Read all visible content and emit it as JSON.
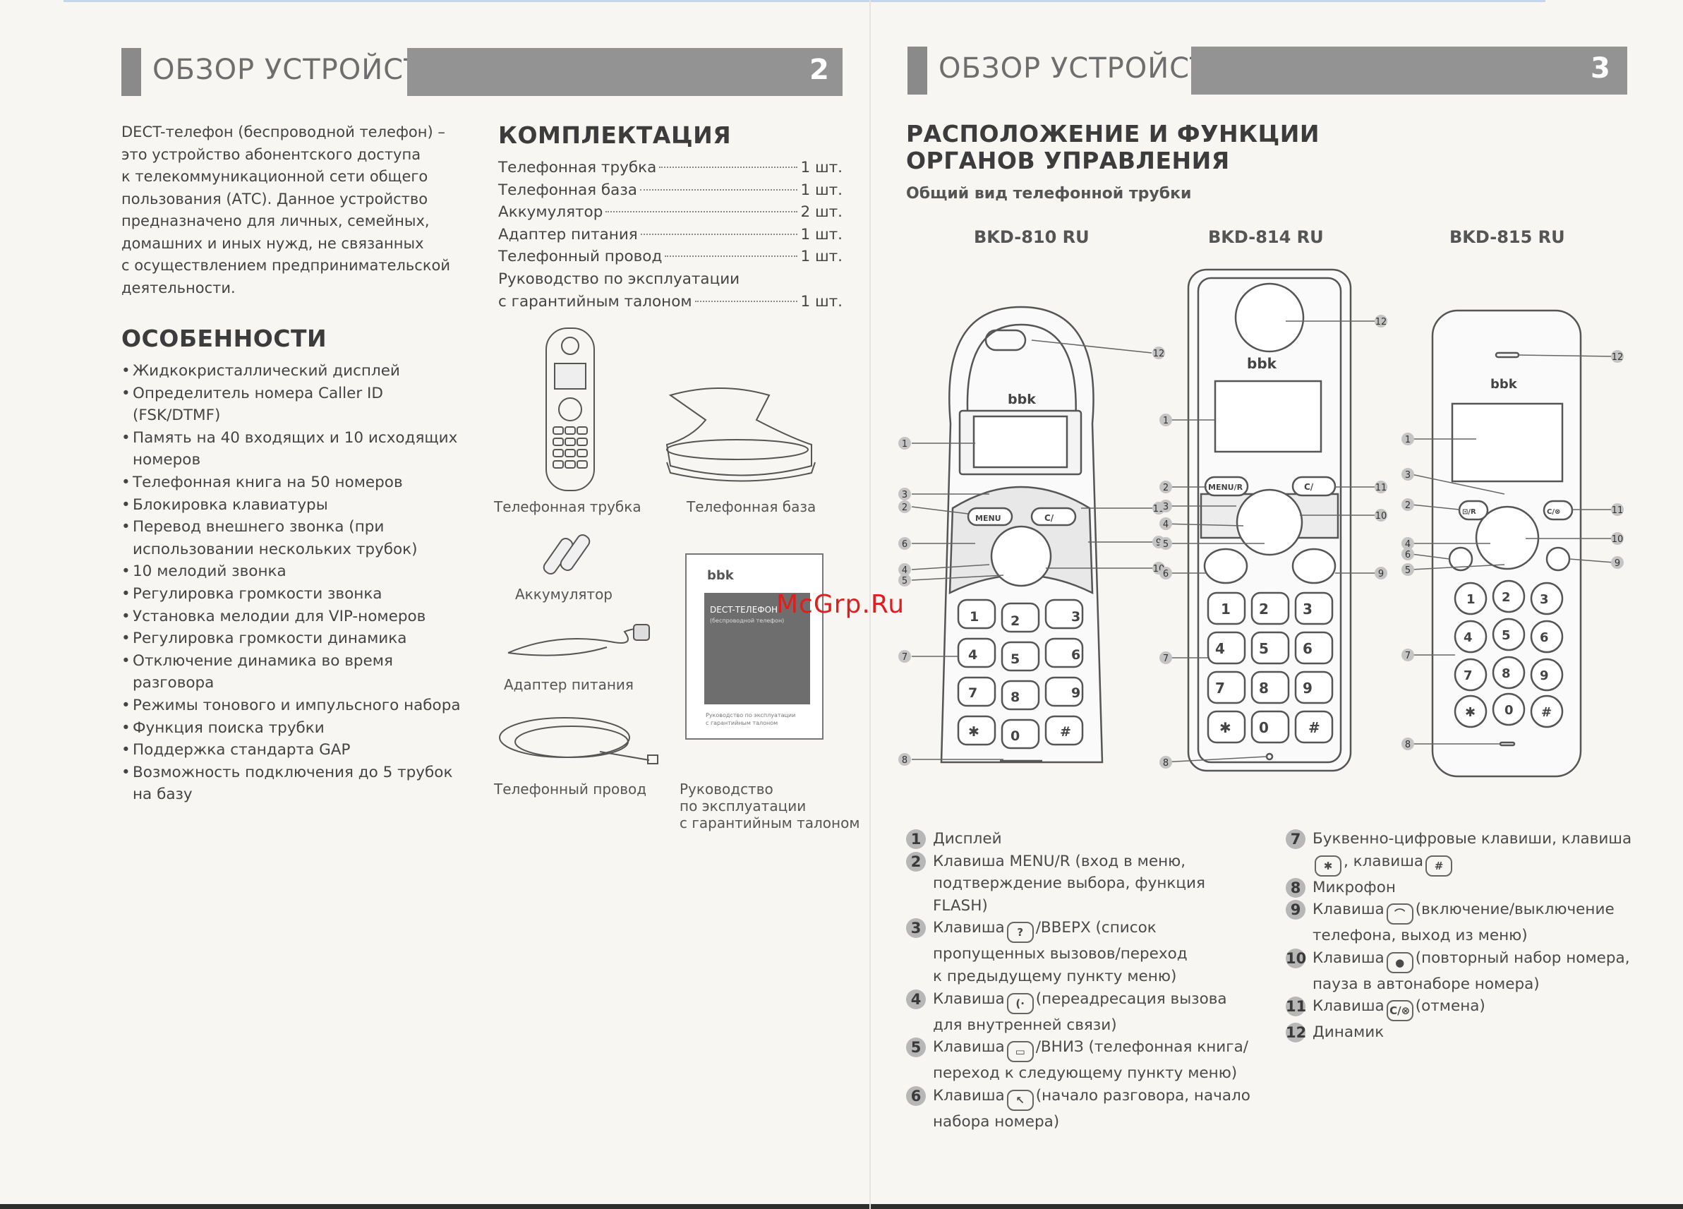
{
  "left_page": {
    "header_title": "ОБЗОР УСТРОЙСТВА",
    "page_number": "2",
    "intro": [
      "DECT-телефон (беспроводной телефон) –",
      "это устройство абонентского доступа",
      "к телекоммуникационной сети общего",
      "пользования (АТС). Данное устройство",
      "предназначено для личных, семейных,",
      "домашних и иных нужд, не связанных",
      "с осуществлением предпринимательской",
      "деятельности."
    ],
    "features_title": "ОСОБЕННОСТИ",
    "features": [
      "Жидкокристаллический дисплей",
      "Определитель номера Caller ID (FSK/DTMF)",
      "Память на 40 входящих и 10 исходящих номеров",
      "Телефонная книга на 50 номеров",
      "Блокировка клавиатуры",
      "Перевод внешнего звонка (при использовании нескольких трубок)",
      "10 мелодий звонка",
      "Регулировка громкости звонка",
      "Установка мелодии для VIP-номеров",
      "Регулировка громкости динамика",
      "Отключение динамика во время разговора",
      "Режимы тонового и импульсного набора",
      "Функция поиска трубки",
      "Поддержка стандарта GAP",
      "Возможность подключения до 5 трубок на базу"
    ],
    "kit_title": "КОМПЛЕКТАЦИЯ",
    "kit": [
      {
        "name": "Телефонная трубка",
        "qty": "1 шт."
      },
      {
        "name": "Телефонная база",
        "qty": "1 шт."
      },
      {
        "name": "Аккумулятор",
        "qty": "2 шт."
      },
      {
        "name": "Адаптер питания",
        "qty": "1 шт."
      },
      {
        "name": "Телефонный провод",
        "qty": "1 шт."
      }
    ],
    "kit_manual_line1": "Руководство по эксплуатации",
    "kit_manual_line2": "с гарантийным талоном",
    "kit_manual_qty": "1 шт.",
    "captions": {
      "handset": "Телефонная трубка",
      "base": "Телефонная база",
      "battery": "Аккумулятор",
      "adapter": "Адаптер питания",
      "cord": "Телефонный провод",
      "manual": [
        "Руководство",
        "по эксплуатации",
        "с гарантийным талоном"
      ]
    },
    "booklet": {
      "brand": "bbk",
      "title": "DECT-ТЕЛЕФОН",
      "subtitle": "(беспроводной телефон)",
      "footer": [
        "Руководство по эксплуатации",
        "с гарантийным талоном"
      ]
    }
  },
  "right_page": {
    "header_title": "ОБЗОР УСТРОЙСТВА",
    "page_number": "3",
    "section_title_1": "РАСПОЛОЖЕНИЕ И ФУНКЦИИ",
    "section_title_2": "ОРГАНОВ УПРАВЛЕНИЯ",
    "subtitle": "Общий вид телефонной трубки",
    "models": [
      "BKD-810 RU",
      "BKD-814 RU",
      "BKD-815 RU"
    ],
    "brand": "bbk",
    "keys": {
      "menu": "MENU",
      "menu_r": "MENU/R",
      "c": "C/",
      "c_short": "C/⊗",
      "r_short": "⊡/R",
      "k1": "1",
      "k2": "2",
      "k3": "3",
      "k4": "4",
      "k5": "5",
      "k6": "6",
      "k7": "7",
      "k8": "8",
      "k9": "9",
      "k0": "0",
      "star": "✱",
      "hash": "#"
    },
    "callouts": [
      "1",
      "2",
      "3",
      "4",
      "5",
      "6",
      "7",
      "8",
      "9",
      "10",
      "11",
      "12"
    ],
    "legend_left": [
      {
        "n": "1",
        "lines": [
          "Дисплей"
        ]
      },
      {
        "n": "2",
        "lines": [
          "Клавиша MENU/R (вход в меню,",
          "подтверждение выбора, функция",
          "FLASH)"
        ]
      },
      {
        "n": "3",
        "pre": "Клавиша",
        "key": "?",
        "lines": [
          "/ВВЕРХ (список",
          "пропущенных вызовов/переход",
          "к предыдущему пункту меню)"
        ]
      },
      {
        "n": "4",
        "pre": "Клавиша",
        "key": "(·",
        "lines": [
          "(переадресация вызова",
          "для внутренней связи)"
        ]
      },
      {
        "n": "5",
        "pre": "Клавиша",
        "key": "▭",
        "lines": [
          "/ВНИЗ (телефонная книга/",
          "переход к следующему пункту меню)"
        ]
      },
      {
        "n": "6",
        "pre": "Клавиша",
        "key": "↖",
        "lines": [
          "(начало разговора, начало",
          "набора номера)"
        ]
      }
    ],
    "legend_right": [
      {
        "n": "7",
        "lines": [
          "Буквенно-цифровые клавиши, клавиша"
        ],
        "line2_key1": "✱",
        "line2_mid": ", клавиша",
        "line2_key2": "#"
      },
      {
        "n": "8",
        "lines": [
          "Микрофон"
        ]
      },
      {
        "n": "9",
        "pre": "Клавиша",
        "key": "⌒",
        "lines": [
          "(включение/выключение",
          "телефона, выход из меню)"
        ]
      },
      {
        "n": "10",
        "pre": "Клавиша",
        "key": "●",
        "lines": [
          "(повторный набор номера,",
          "пауза в автонаборе номера)"
        ]
      },
      {
        "n": "11",
        "pre": "Клавиша",
        "key": "C/⊗",
        "lines": [
          "(отмена)"
        ]
      },
      {
        "n": "12",
        "lines": [
          "Динамик"
        ]
      }
    ]
  },
  "watermark": "McGrp.Ru"
}
